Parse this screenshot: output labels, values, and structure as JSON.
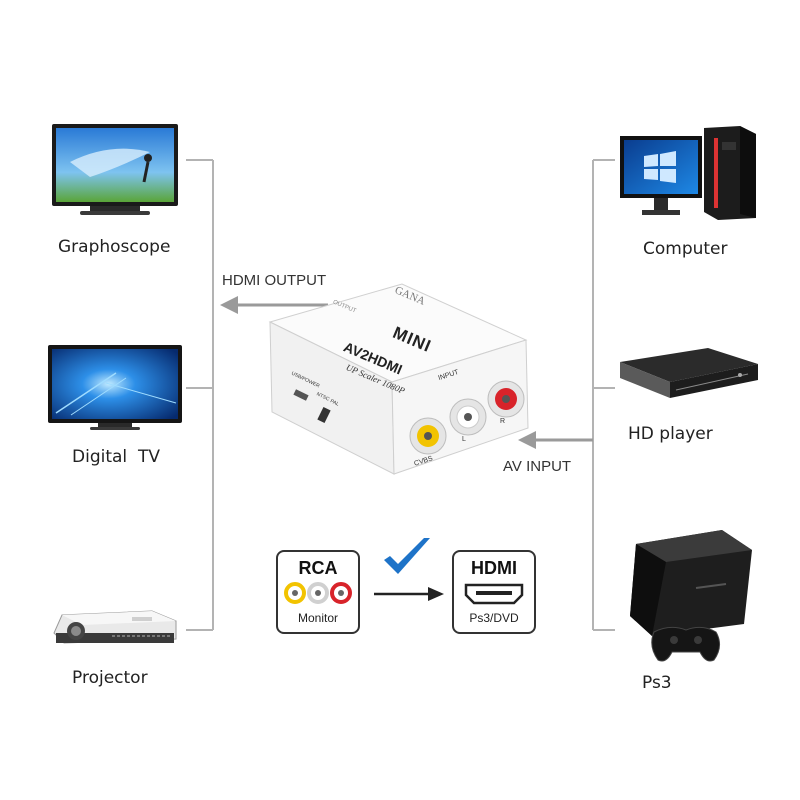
{
  "outputs": {
    "arrow_label": "HDMI OUTPUT",
    "devices": [
      {
        "label": "Graphoscope",
        "icon": "tv-icon"
      },
      {
        "label": "Digital  TV",
        "icon": "tv-icon"
      },
      {
        "label": "Projector",
        "icon": "projector-icon"
      }
    ]
  },
  "inputs": {
    "arrow_label": "AV INPUT",
    "devices": [
      {
        "label": "Computer",
        "icon": "desktop-computer-icon"
      },
      {
        "label": "HD player",
        "icon": "dvd-player-icon"
      },
      {
        "label": "Ps3",
        "icon": "game-console-icon"
      }
    ]
  },
  "converter": {
    "brand": "GANA",
    "model_top": "MINI",
    "model": "AV2HDMI",
    "subtitle": "UP Scaler 1080P",
    "input_label": "INPUT",
    "output_label": "OUTPUT",
    "power_label": "USB/POWER",
    "switch_label_1": "NTSC",
    "switch_label_2": "PAL",
    "port_cvbs": "CVBS",
    "port_l": "L",
    "port_r": "R"
  },
  "conversion": {
    "from_title": "RCA",
    "from_caption": "Monitor",
    "to_title": "HDMI",
    "to_caption": "Ps3/DVD",
    "check_icon": "checkmark-icon",
    "arrow_icon": "arrow-right-icon"
  },
  "colors": {
    "line": "#b3b3b3",
    "arrow": "#9a9a9a",
    "check": "#1e73c8",
    "rca_yellow": "#f2c300",
    "rca_white": "#e6e6e6",
    "rca_red": "#d8232a"
  }
}
